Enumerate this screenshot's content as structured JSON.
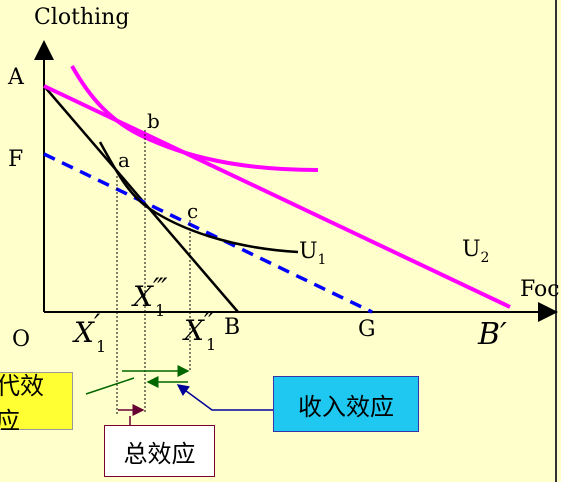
{
  "axes": {
    "y_label": "Clothing",
    "x_label": "Foc",
    "origin": "O"
  },
  "points": {
    "A": "A",
    "F": "F",
    "B": "B",
    "G": "G",
    "B_prime": "B′",
    "a": "a",
    "b": "b",
    "c": "c"
  },
  "curves": {
    "U1": "U",
    "U1_sub": "1",
    "U2": "U",
    "U2_sub": "2"
  },
  "quantities": {
    "X1_prime": "X",
    "X1_prime_sub": "1",
    "X1_prime_mark": "′",
    "X1_triple": "X",
    "X1_triple_sub": "1",
    "X1_triple_mark": "‴",
    "X1_double": "X",
    "X1_double_sub": "1",
    "X1_double_mark": "″"
  },
  "labels": {
    "substitution_effect": "代效应",
    "income_effect": "收入效应",
    "total_effect": "总效应"
  },
  "colors": {
    "background": "#FFFFCC",
    "magenta": "#FF00FF",
    "dashed_line": "#0000FF",
    "arrow_green": "#006600",
    "arrow_blue": "#000099",
    "arrow_maroon": "#660033"
  }
}
